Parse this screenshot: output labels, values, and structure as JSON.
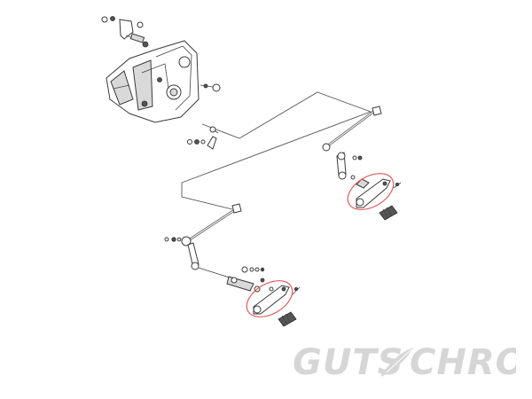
{
  "brand": {
    "logo_word_left": "GUTS",
    "logo_word_right": "CHROME",
    "logo_icon": "feather-icon",
    "logo_color": "#d6d6d6"
  },
  "diagram": {
    "highlight_color": "#e05a5a",
    "line_color": "#444444",
    "highlighted_parts": [
      "upper-shift-lever",
      "lower-shift-lever"
    ]
  }
}
